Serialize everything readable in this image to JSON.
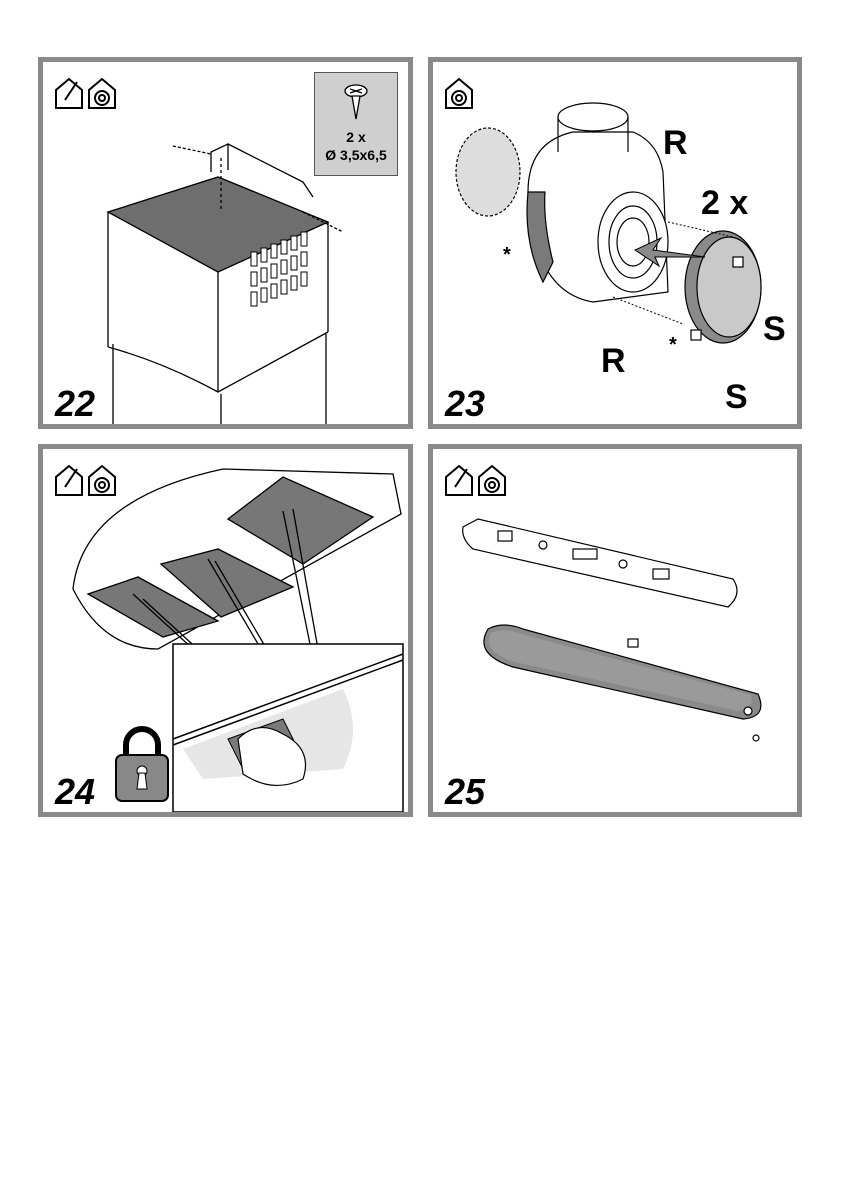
{
  "panels": {
    "p22": {
      "number": "22",
      "screw_qty": "2 x",
      "screw_size": "Ø 3,5x6,5"
    },
    "p23": {
      "number": "23",
      "label_r_top": "R",
      "label_r_bottom": "R",
      "label_s_top": "S",
      "label_s_bottom": "S",
      "qty": "2 x",
      "asterisk_1": "*",
      "asterisk_2": "*"
    },
    "p24": {
      "number": "24"
    },
    "p25": {
      "number": "25"
    }
  }
}
